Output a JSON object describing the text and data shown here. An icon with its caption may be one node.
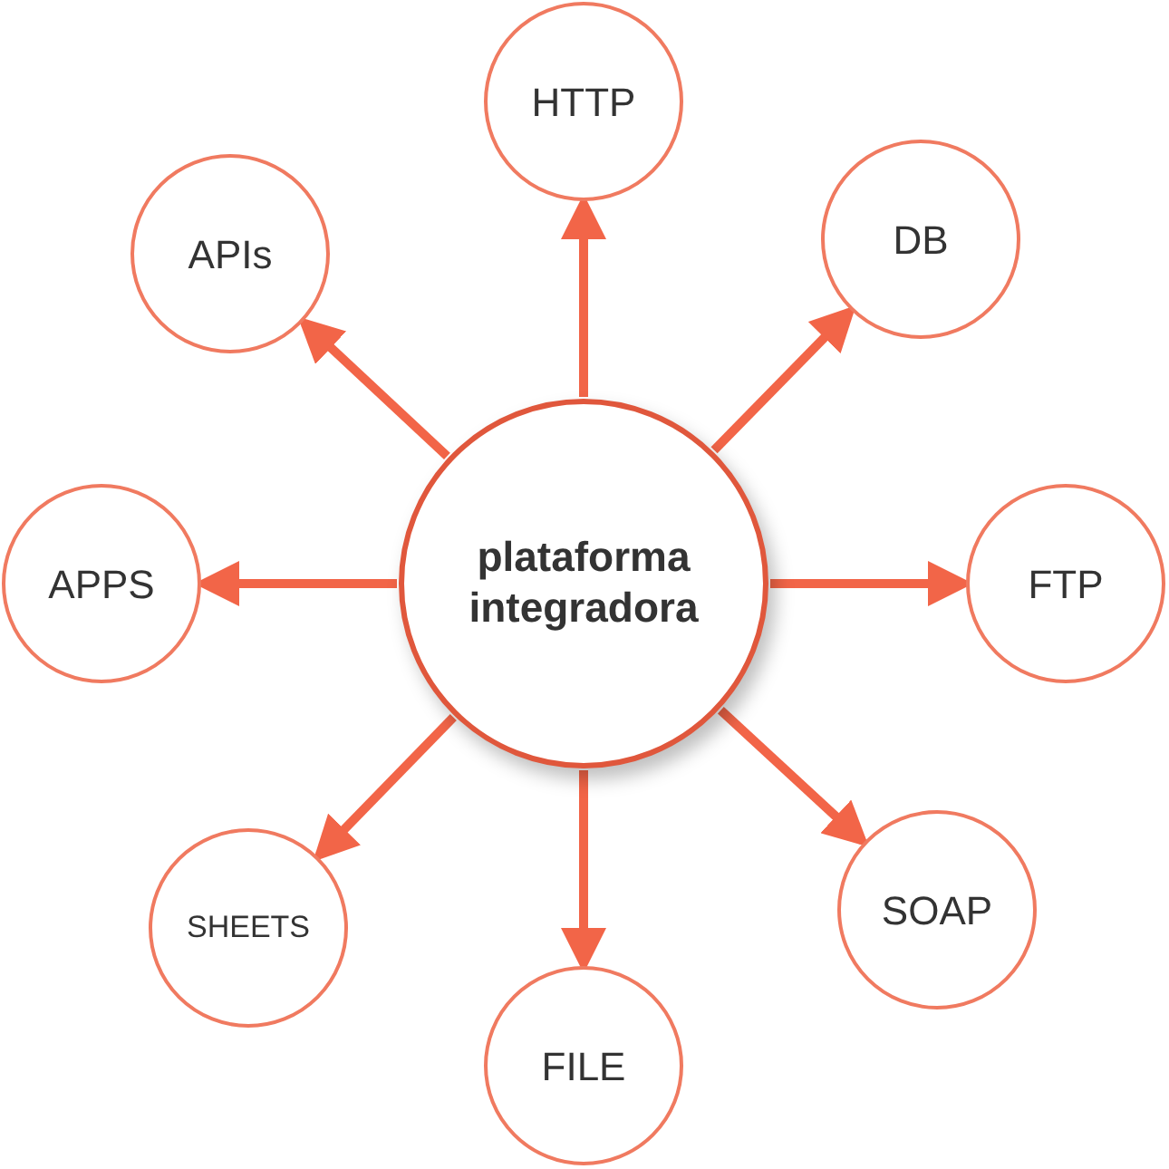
{
  "diagram": {
    "nodes": [
      {
        "text": [
          "plataforma integradora"
        ]
      },
      {
        "text": [
          "HTTP"
        ]
      },
      {
        "text": [
          "DB"
        ]
      },
      {
        "text": [
          "FTP"
        ]
      },
      {
        "text": [
          "SOAP"
        ]
      },
      {
        "text": [
          "FILE"
        ]
      },
      {
        "text": [
          "SHEETS"
        ]
      },
      {
        "text": [
          "APPS"
        ]
      },
      {
        "text": [
          "APIs"
        ]
      }
    ],
    "edges": [
      {
        "from": 0,
        "to": 1,
        "arrow": "to"
      },
      {
        "from": 0,
        "to": 2,
        "arrow": "to"
      },
      {
        "from": 0,
        "to": 3,
        "arrow": "to"
      },
      {
        "from": 0,
        "to": 4,
        "arrow": "to"
      },
      {
        "from": 0,
        "to": 5,
        "arrow": "to"
      },
      {
        "from": 0,
        "to": 6,
        "arrow": "to"
      },
      {
        "from": 0,
        "to": 7,
        "arrow": "to"
      },
      {
        "from": 0,
        "to": 8,
        "arrow": "to"
      }
    ]
  }
}
